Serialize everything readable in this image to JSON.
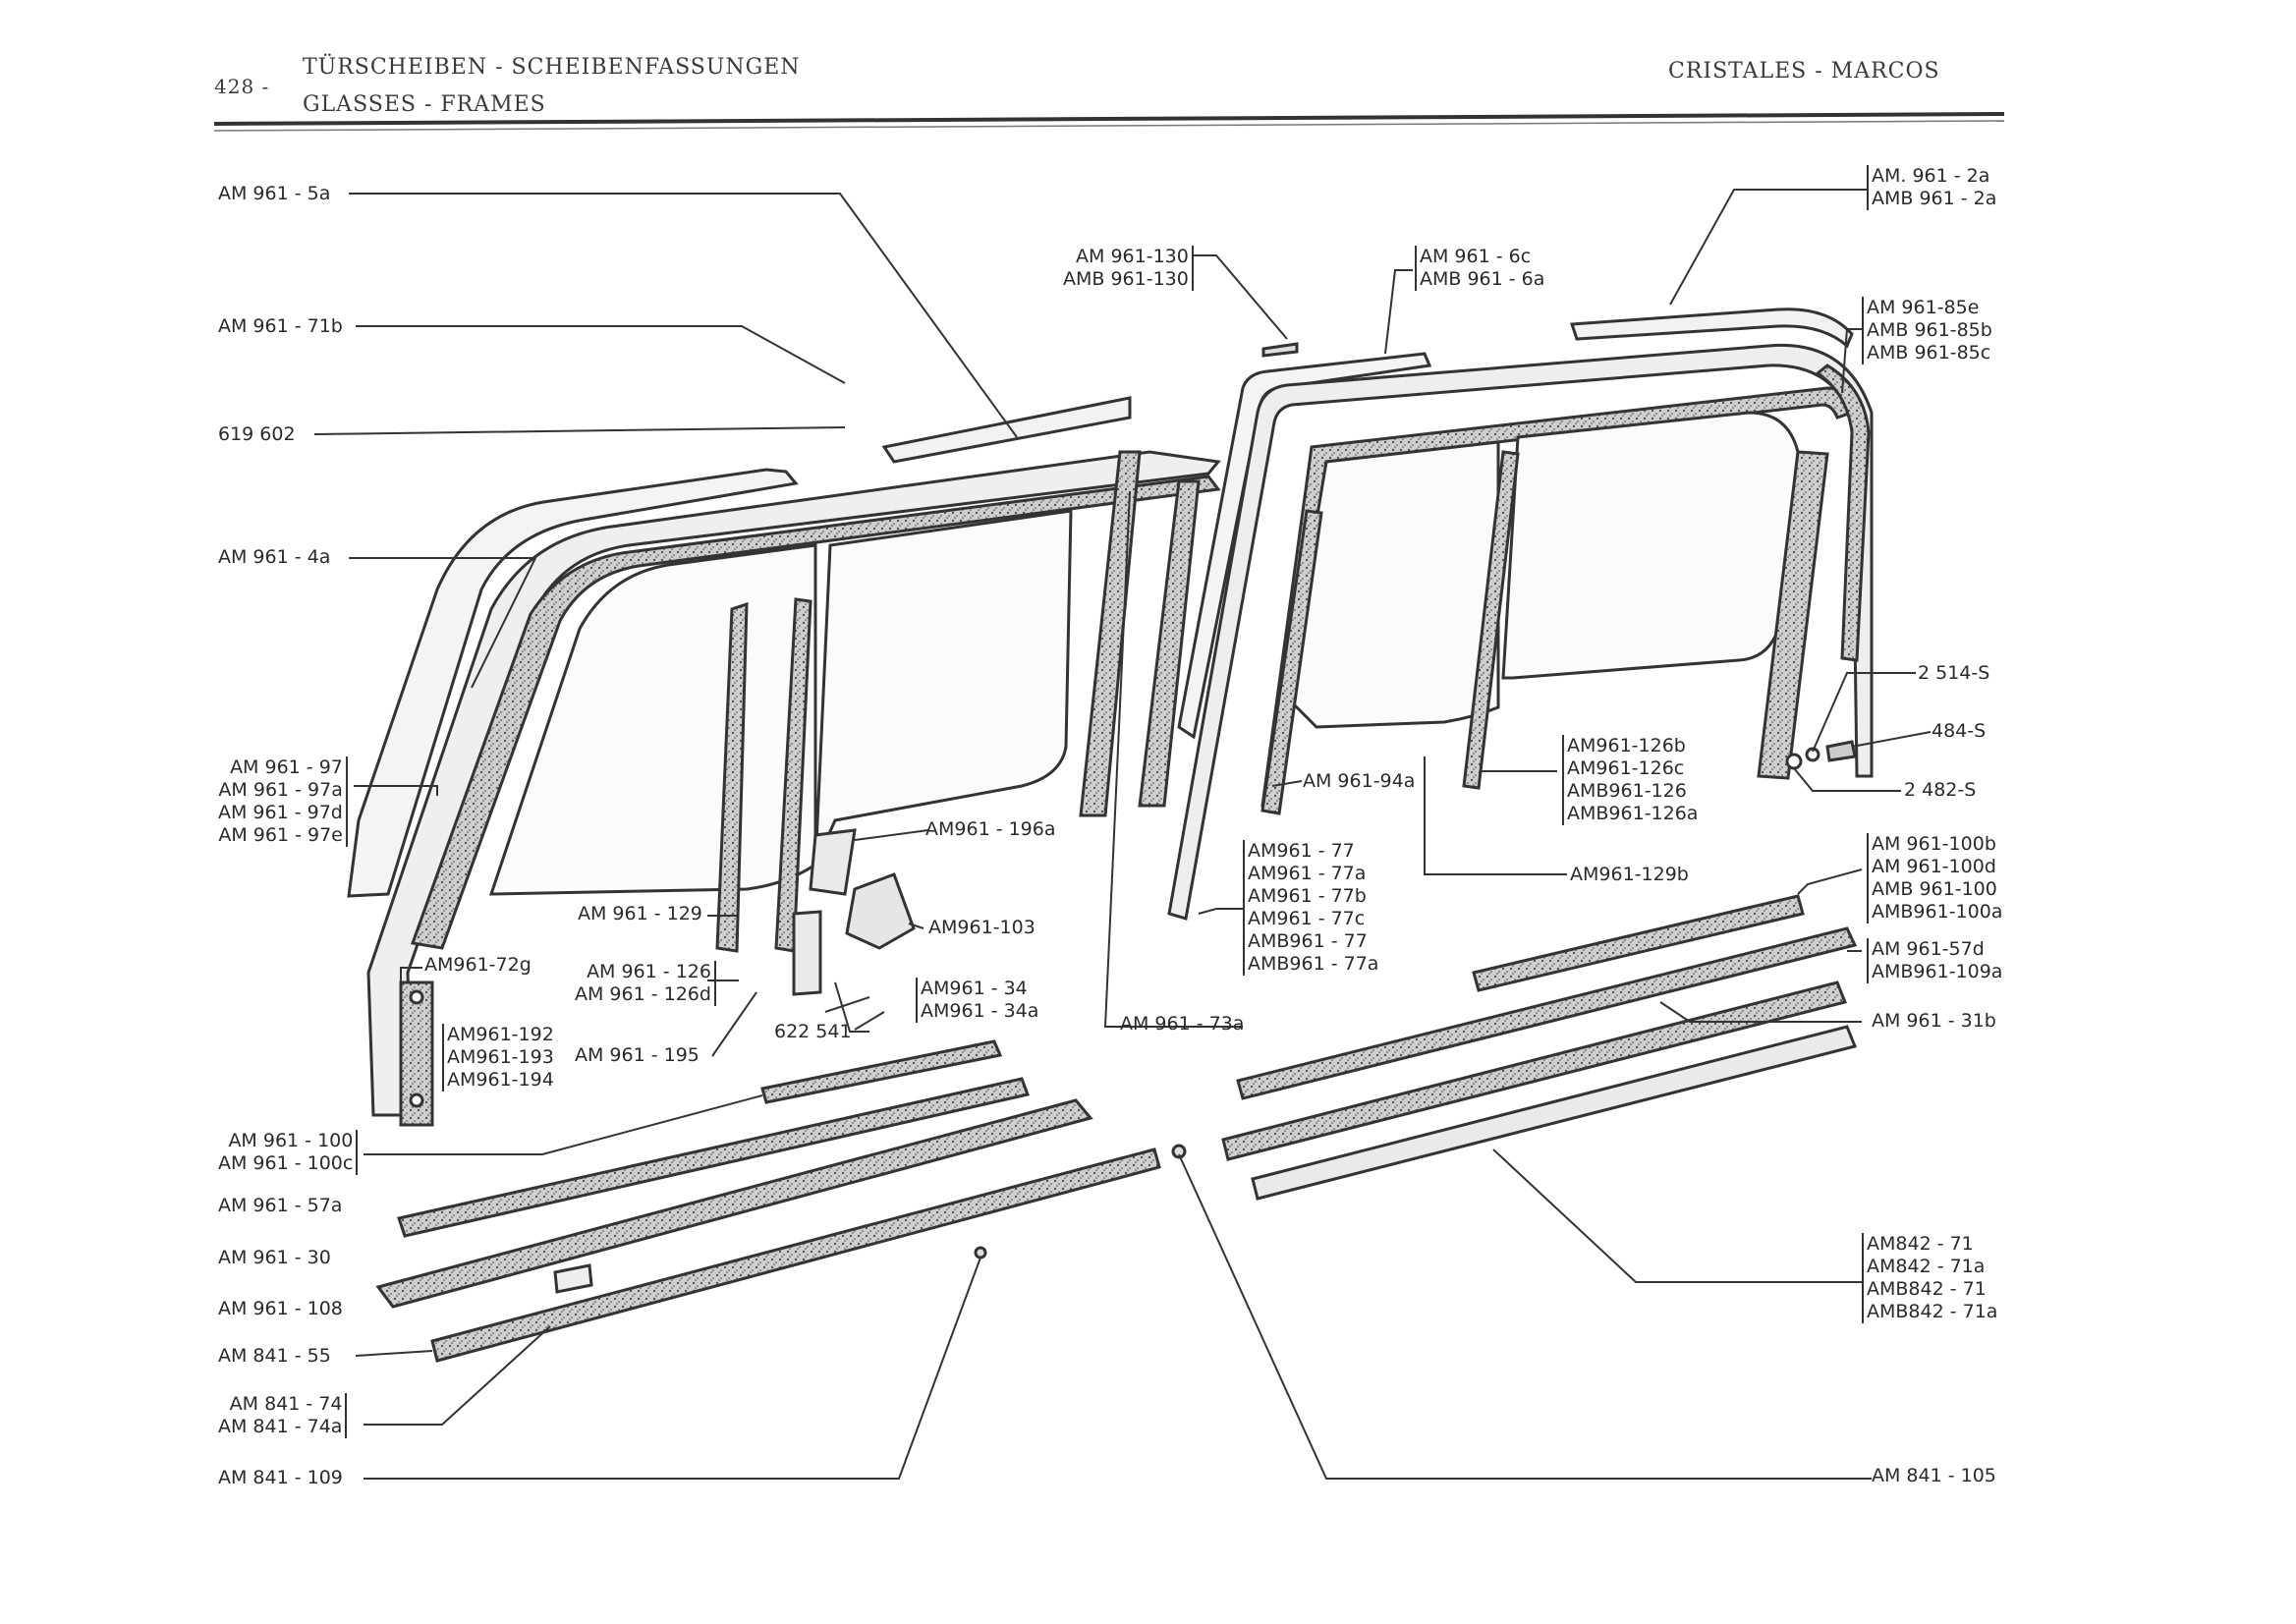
{
  "header": {
    "page_number": "428 -",
    "title_de": "TÜRSCHEIBEN - SCHEIBENFASSUNGEN",
    "title_en": "GLASSES - FRAMES",
    "title_es": "CRISTALES - MARCOS"
  },
  "labels": {
    "am961_5a": "AM 961 - 5a",
    "am961_71b": "AM 961 - 71b",
    "p619602": "619 602",
    "am961_4a": "AM 961 - 4a",
    "am961_130": [
      "AM 961-130",
      "AMB 961-130"
    ],
    "am961_6c": [
      "AM 961 - 6c",
      "AMB 961 - 6a"
    ],
    "am961_2a": [
      "AM. 961 - 2a",
      "AMB 961 - 2a"
    ],
    "am961_85": [
      "AM 961-85e",
      "AMB 961-85b",
      "AMB 961-85c"
    ],
    "am961_97": [
      "AM 961 - 97",
      "AM 961 - 97a",
      "AM 961 - 97d",
      "AM 961 - 97e"
    ],
    "p2514s": "2 514-S",
    "p484s": "484-S",
    "p2482s": "2 482-S",
    "am961_126b": [
      "AM961-126b",
      "AM961-126c",
      "AMB961-126",
      "AMB961-126a"
    ],
    "am961_94a": "AM 961-94a",
    "am961_196a": "AM961 - 196a",
    "am961_129b": "AM961-129b",
    "am961_77": [
      "AM961 - 77",
      "AM961 - 77a",
      "AM961 - 77b",
      "AM961 - 77c",
      "AMB961 - 77",
      "AMB961 - 77a"
    ],
    "am961_100b": [
      "AM 961-100b",
      "AM 961-100d",
      "AMB 961-100",
      "AMB961-100a"
    ],
    "am961_129": "AM 961 - 129",
    "am961_103": "AM961-103",
    "am961_72g": "AM961-72g",
    "am961_126": [
      "AM 961 - 126",
      "AM 961 - 126d"
    ],
    "am961_57d": [
      "AM 961-57d",
      "AMB961-109a"
    ],
    "am961_34": [
      "AM961 - 34",
      "AM961 - 34a"
    ],
    "p622541": "622 541",
    "am961_73a": "AM 961 - 73a",
    "am961_31b": "AM 961 - 31b",
    "am961_192": [
      "AM961-192",
      "AM961-193",
      "AM961-194"
    ],
    "am961_195": "AM 961 - 195",
    "am961_100": [
      "AM 961 - 100",
      "AM 961 - 100c"
    ],
    "am961_57a": "AM 961 - 57a",
    "am961_30": "AM 961 - 30",
    "am961_108": "AM 961 - 108",
    "am842_71": [
      "AM842 - 71",
      "AM842 - 71a",
      "AMB842 - 71",
      "AMB842 - 71a"
    ],
    "am841_55": "AM 841 - 55",
    "am841_74": [
      "AM 841 - 74",
      "AM 841 - 74a"
    ],
    "am841_109": "AM 841 - 109",
    "am841_105": "AM 841 - 105"
  }
}
